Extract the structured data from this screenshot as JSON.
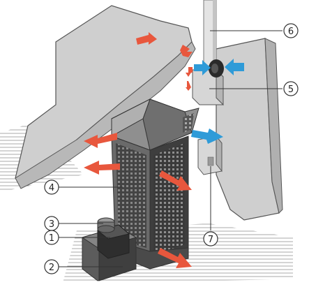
{
  "callouts": [
    {
      "id": "1",
      "label": "1"
    },
    {
      "id": "2",
      "label": "2"
    },
    {
      "id": "3",
      "label": "3"
    },
    {
      "id": "4",
      "label": "4"
    },
    {
      "id": "5",
      "label": "5"
    },
    {
      "id": "6",
      "label": "6"
    },
    {
      "id": "7",
      "label": "7"
    }
  ],
  "colors": {
    "wall": "#c9c9c9",
    "wall_shadow": "#b4b4b4",
    "floor_hatch": "#8a8a8a",
    "heater_dark": "#4a4a4a",
    "heater_mid": "#6b6b6b",
    "heater_light": "#9a9a9a",
    "hot_air": "#e8573d",
    "cold_air": "#2f9bd8",
    "outline": "#3a3a3a"
  },
  "icons": {
    "hot_air_arrow": "hot-air-arrow-icon",
    "cold_air_arrow": "cold-air-arrow-icon"
  }
}
